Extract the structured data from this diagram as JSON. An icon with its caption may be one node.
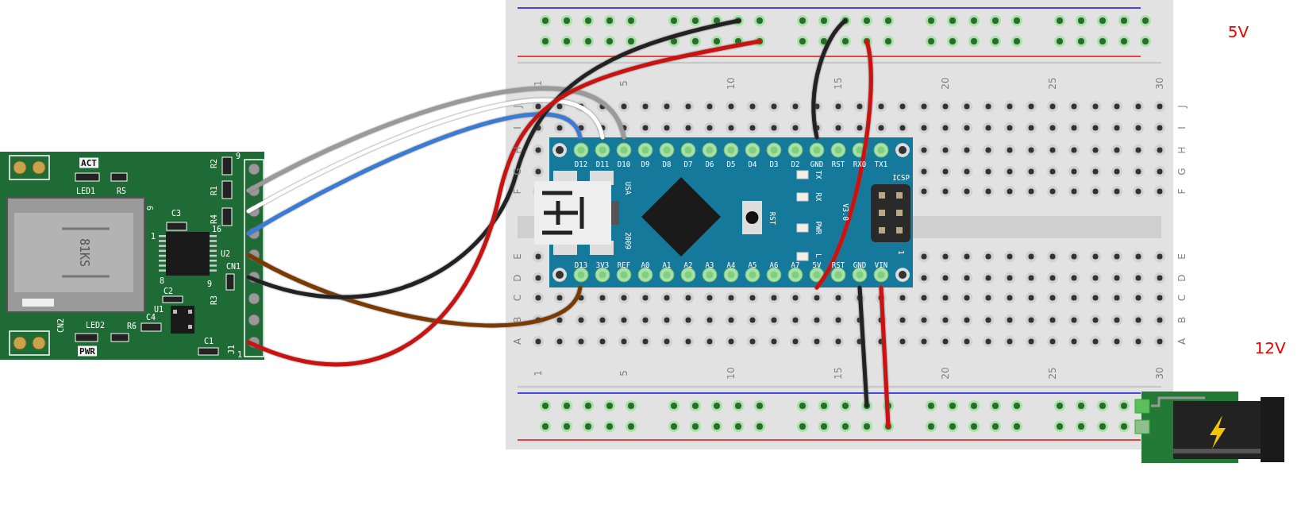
{
  "diagram": {
    "nodes": [
      {
        "text": [],
        "shape": "picture"
      },
      {
        "text": [],
        "shape": "picture"
      },
      {
        "text": [],
        "shape": "picture",
        "in": 1
      },
      {
        "text": [],
        "shape": "picture"
      }
    ],
    "edges": [
      {
        "from": 0,
        "to": 2,
        "arrow": "none",
        "color": "#9a9a9a"
      },
      {
        "from": 0,
        "to": 2,
        "arrow": "none",
        "color": "#ffffff"
      },
      {
        "from": 0,
        "to": 2,
        "arrow": "none",
        "color": "#3a7bd5"
      },
      {
        "from": 0,
        "to": 2,
        "arrow": "none",
        "color": "#7a3a00"
      },
      {
        "from": 0,
        "to": 1,
        "arrow": "none",
        "color": "#222222"
      },
      {
        "from": 0,
        "to": 1,
        "arrow": "none",
        "color": "#cc1111"
      },
      {
        "from": 2,
        "to": 1,
        "arrow": "none",
        "color": "#222222"
      },
      {
        "from": 2,
        "to": 1,
        "arrow": "none",
        "color": "#cc1111"
      },
      {
        "from": 2,
        "to": 1,
        "arrow": "none",
        "color": "#222222"
      },
      {
        "from": 2,
        "to": 1,
        "arrow": "none",
        "color": "#cc1111"
      }
    ],
    "labels": [
      "5V",
      "1",
      "5",
      "10",
      "15",
      "20",
      "25",
      "30",
      "J",
      "I",
      "H",
      "G",
      "F",
      "E",
      "D",
      "C",
      "B",
      "A",
      "J",
      "I",
      "H",
      "G",
      "F",
      "E",
      "D",
      "C",
      "B",
      "A",
      "1",
      "5",
      "10",
      "15",
      "20",
      "25",
      "30",
      "12V",
      "9",
      "ACT",
      "R2",
      "LED1",
      "R5",
      "R1",
      "9",
      "C3",
      "R4",
      "16",
      "1",
      "81KS",
      "U2",
      "CN1",
      "8",
      "9",
      "C2",
      "R3",
      "U1",
      "C4",
      "CN2",
      "LED2",
      "R6",
      "C1",
      "J1",
      "PWR",
      "1",
      "D12",
      "D11",
      "D10",
      "D9",
      "D8",
      "D7",
      "D6",
      "D5",
      "D4",
      "D3",
      "D2",
      "GND",
      "RST",
      "RX0",
      "TX1",
      "USA",
      "TX",
      "RX",
      "ICSP",
      "RST",
      "PWR",
      "V3.0",
      "2009",
      "L",
      "1",
      "D13",
      "3V3",
      "REF",
      "A0",
      "A1",
      "A2",
      "A3",
      "A4",
      "A5",
      "A6",
      "A7",
      "5V",
      "RST",
      "GND",
      "VIN"
    ]
  }
}
